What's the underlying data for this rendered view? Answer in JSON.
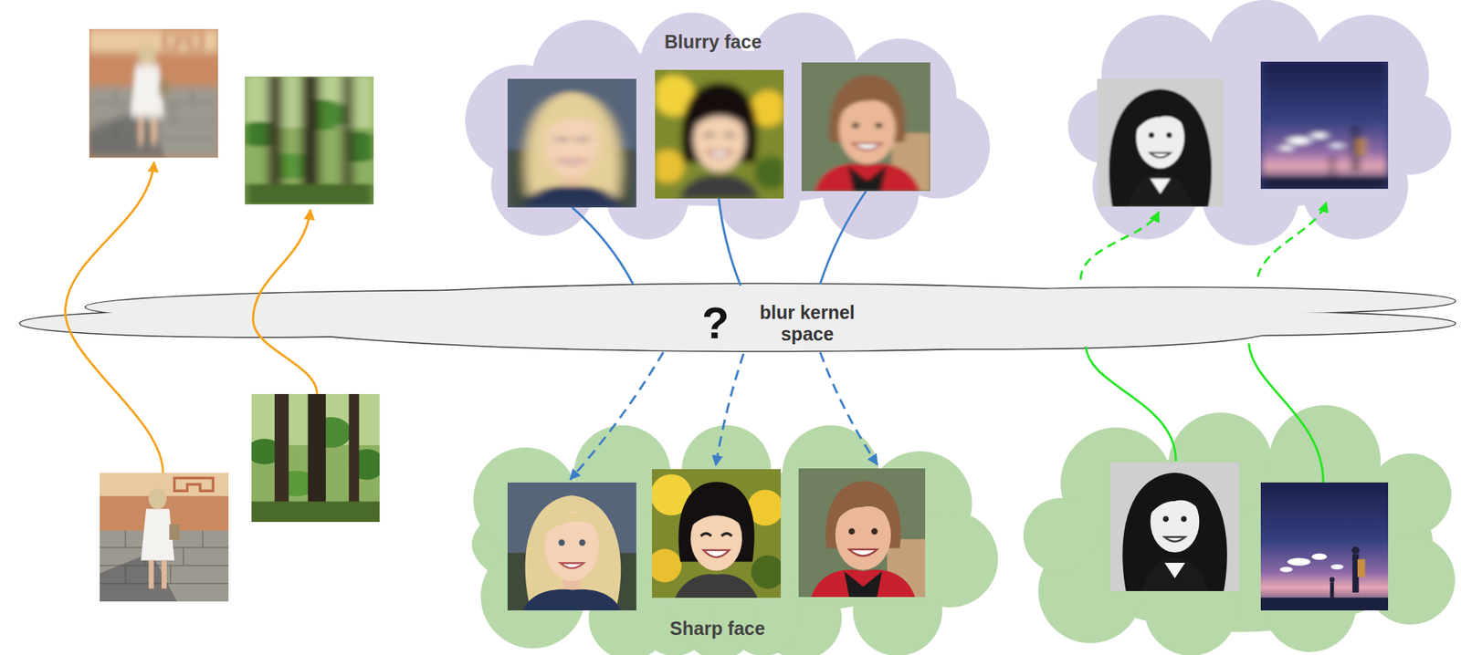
{
  "diagram": {
    "nodes": [
      {
        "text": [
          "Blurry face"
        ]
      },
      {
        "text": [
          "?",
          "blur kernel space"
        ]
      },
      {
        "text": [
          "Sharp face"
        ]
      }
    ],
    "edges": [
      {
        "from": 0,
        "to": 1,
        "arrow": "none"
      },
      {
        "from": 0,
        "to": 1,
        "arrow": "none"
      },
      {
        "from": 0,
        "to": 1,
        "arrow": "none"
      },
      {
        "from": 1,
        "to": 2,
        "arrow": "to"
      },
      {
        "from": 1,
        "to": 2,
        "arrow": "to"
      },
      {
        "from": 1,
        "to": 2,
        "arrow": "to"
      }
    ]
  }
}
